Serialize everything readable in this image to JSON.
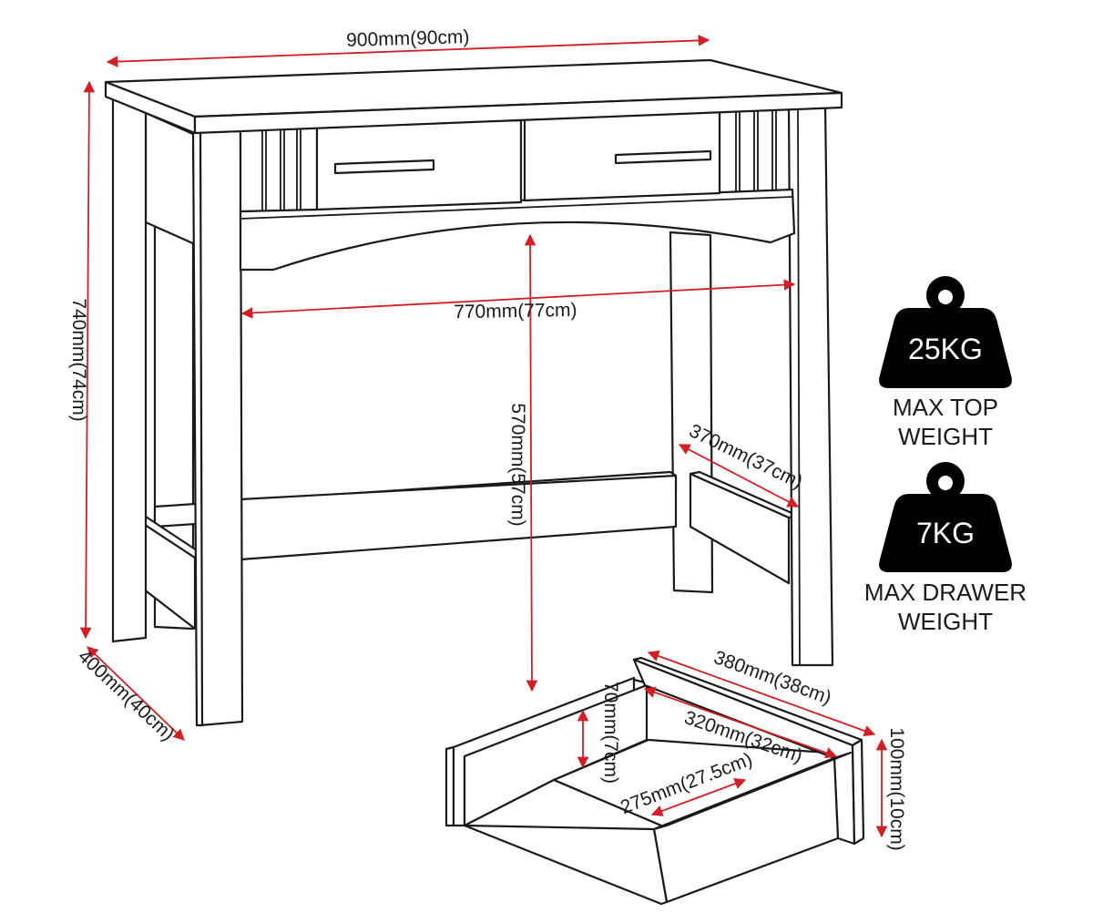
{
  "dimensions": {
    "top_width": "900mm(90cm)",
    "height": "740mm(74cm)",
    "depth": "400mm(40cm)",
    "inner_width": "770mm(77cm)",
    "leg_clearance": "570mm(57cm)",
    "side_depth": "370mm(37cm)"
  },
  "drawer": {
    "front_width": "380mm(38cm)",
    "inner_width": "320mm(32cm)",
    "inner_depth": "275mm(27.5cm)",
    "inner_height": "70mm(7cm)",
    "front_height": "100mm(10cm)"
  },
  "weights": {
    "top": {
      "value": "25KG",
      "caption_line1": "MAX TOP",
      "caption_line2": "WEIGHT"
    },
    "drawer": {
      "value": "7KG",
      "caption_line1": "MAX DRAWER",
      "caption_line2": "WEIGHT"
    }
  },
  "colors": {
    "dimension_line": "#d21f26",
    "outline": "#1a1a1a",
    "weight_icon": "#000000"
  }
}
